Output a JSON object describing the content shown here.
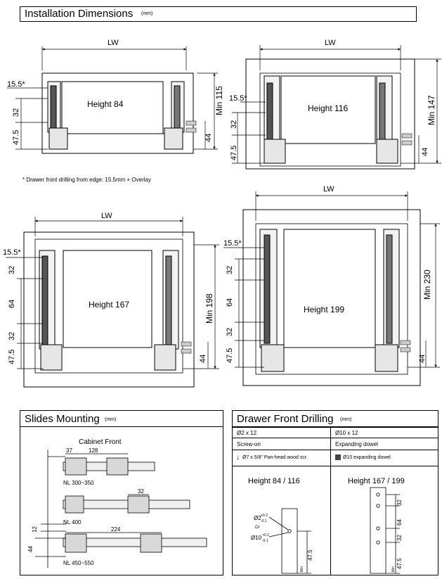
{
  "installation": {
    "title": "Installation Dimensions",
    "unit": "(mm)",
    "note": "*   Drawer front drilling from edge: 15.5mm + Overlay",
    "lw": "LW",
    "offset_star": "15.5*",
    "panels": [
      {
        "height_label": "Height 84",
        "min": "Min 115",
        "dims": [
          "32",
          "47.5"
        ],
        "side": "44"
      },
      {
        "height_label": "Height 116",
        "min": "Min 147",
        "dims": [
          "32",
          "47.5"
        ],
        "side": "44"
      },
      {
        "height_label": "Height 167",
        "min": "Min 198",
        "dims": [
          "32",
          "64",
          "32",
          "47.5"
        ],
        "side": "44"
      },
      {
        "height_label": "Height 199",
        "min": "Min 230",
        "dims": [
          "32",
          "64",
          "32",
          "47.5"
        ],
        "side": "44"
      }
    ]
  },
  "slides": {
    "title": "Slides Mounting",
    "unit": "(mm)",
    "cabinet_front": "Cabinet Front",
    "d37": "37",
    "d128": "128",
    "d32": "32",
    "d224": "224",
    "d12": "12",
    "d44": "44",
    "nl1": "NL 300~350",
    "nl2": "NL 400",
    "nl3": "NL 450~550"
  },
  "drilling": {
    "title": "Drawer Front Drilling",
    "unit": "(mm)",
    "col1": {
      "size": "Ø2 x 12",
      "type": "Screw-on",
      "fastener": "Ø7 x 5/8\" Pan-head wood scr."
    },
    "col2": {
      "size": "Ø10 x 12",
      "type": "Expanding dowel",
      "fastener": "Ø10 expanding dowel"
    },
    "left_title": "Height 84 / 116",
    "right_title": "Height 167 / 199",
    "phi2": "Ø2",
    "phi10": "Ø10",
    "tol_plus": "+0.2",
    "tol_minus": "-0.1",
    "or": "Or",
    "d32": "32",
    "d64": "64",
    "d47": "47.5",
    "min": "Min"
  }
}
